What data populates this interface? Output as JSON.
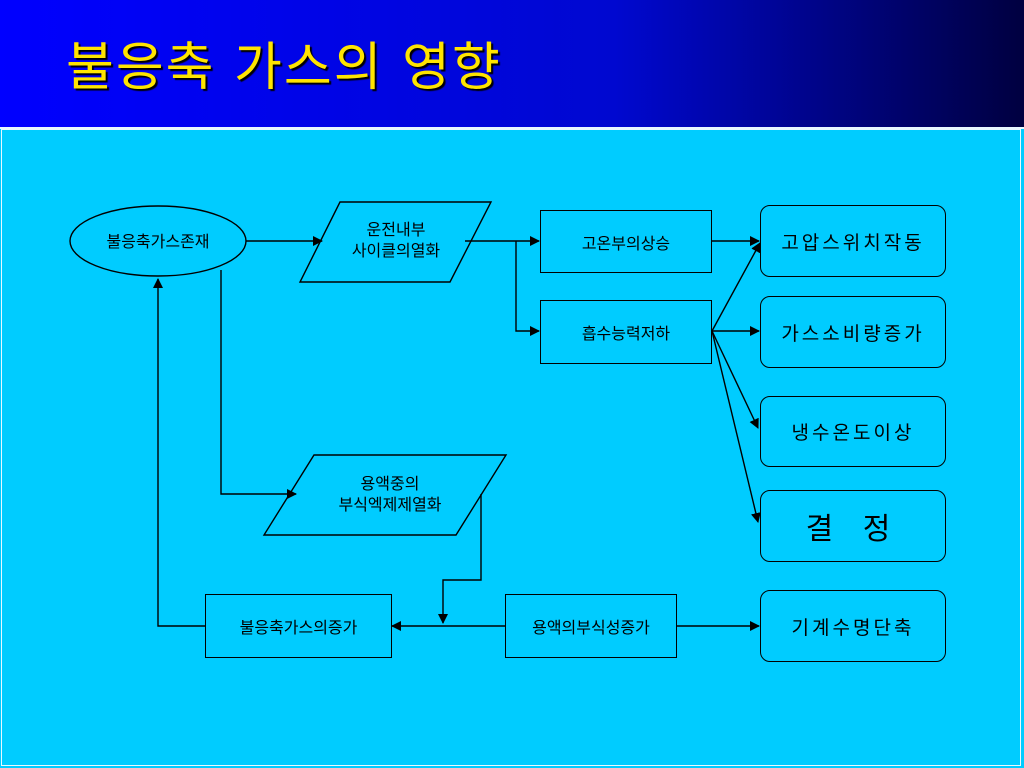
{
  "slide": {
    "title": "불응축 가스의 영향"
  },
  "nodes": {
    "start": "불응축가스존재",
    "cycle_line1": "운전내부",
    "cycle_line2": "사이클의열화",
    "high_temp": "고온부의상승",
    "absorb_drop": "흡수능력저하",
    "solution_line1": "용액중의",
    "solution_line2": "부식엑제제열화",
    "gas_increase": "불응축가스의증가",
    "corrosion_increase": "용액의부식성증가",
    "pressure_switch": "고압스위치작동",
    "gas_consumption": "가스소비량증가",
    "cooling_temp": "냉수온도이상",
    "crystal": "결 정",
    "machine_life": "기계수명단축"
  },
  "colors": {
    "background": "#00CCFF",
    "title": "#FFE400",
    "header_start": "#0000FF",
    "header_end": "#000040",
    "stroke": "#000000"
  }
}
